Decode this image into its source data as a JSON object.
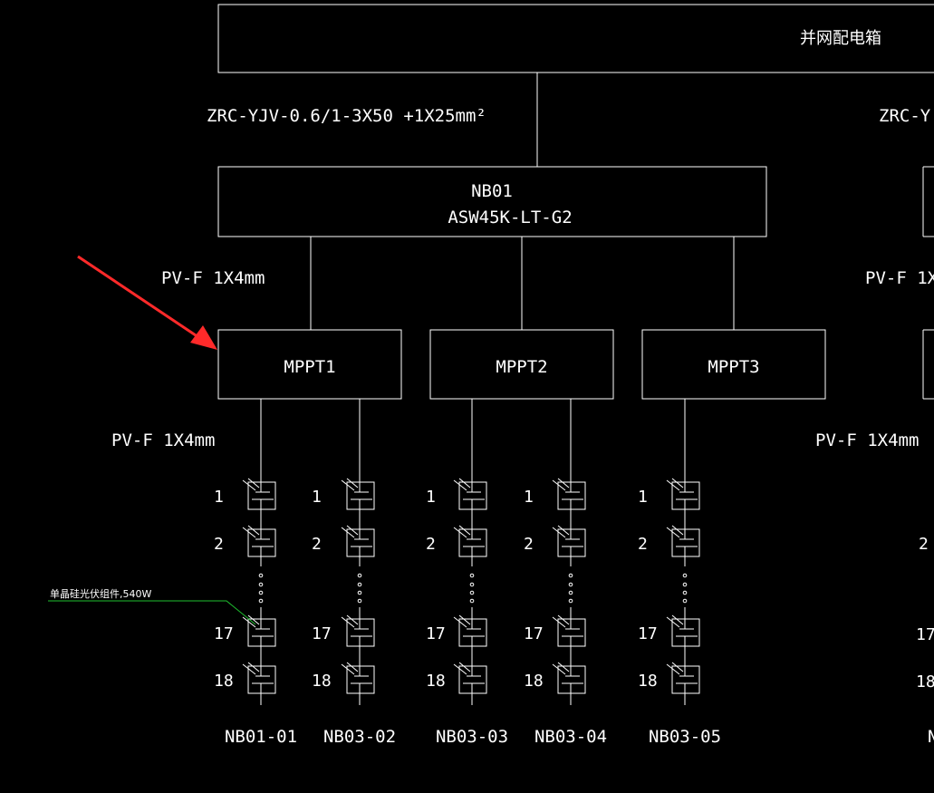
{
  "colors": {
    "background": "#000000",
    "lines": "#ffffff",
    "annotation": "#1fbf2f",
    "arrow": "#ff2a2a"
  },
  "grid_box": {
    "label": "并网配电箱"
  },
  "cables": {
    "main_left": "ZRC-YJV-0.6/1-3X50 +1X25mm²",
    "main_right": "ZRC-Y",
    "inverter_left": "PV-F 1X4mm",
    "inverter_right": "PV-F 1X",
    "string_left": "PV-F 1X4mm",
    "string_right": "PV-F 1X4mm"
  },
  "inverter": {
    "id": "NB01",
    "model": "ASW45K-LT-G2"
  },
  "mppts": [
    {
      "label": "MPPT1"
    },
    {
      "label": "MPPT2"
    },
    {
      "label": "MPPT3"
    }
  ],
  "annotation": {
    "label": "单晶硅光伏组件,540W"
  },
  "module_labels": {
    "first": "1",
    "second": "2",
    "second_last": "17",
    "last": "18"
  },
  "strings": [
    {
      "name": "NB01-01"
    },
    {
      "name": "NB03-02"
    },
    {
      "name": "NB03-03"
    },
    {
      "name": "NB03-04"
    },
    {
      "name": "NB03-05"
    }
  ],
  "right_partial": {
    "module_label_second": "2",
    "module_label_second_last": "17",
    "module_label_last": "18",
    "string_name": "N"
  },
  "icons": {
    "pointer_arrow": "red-arrow-icon",
    "pv_module": "pv-module-icon"
  }
}
